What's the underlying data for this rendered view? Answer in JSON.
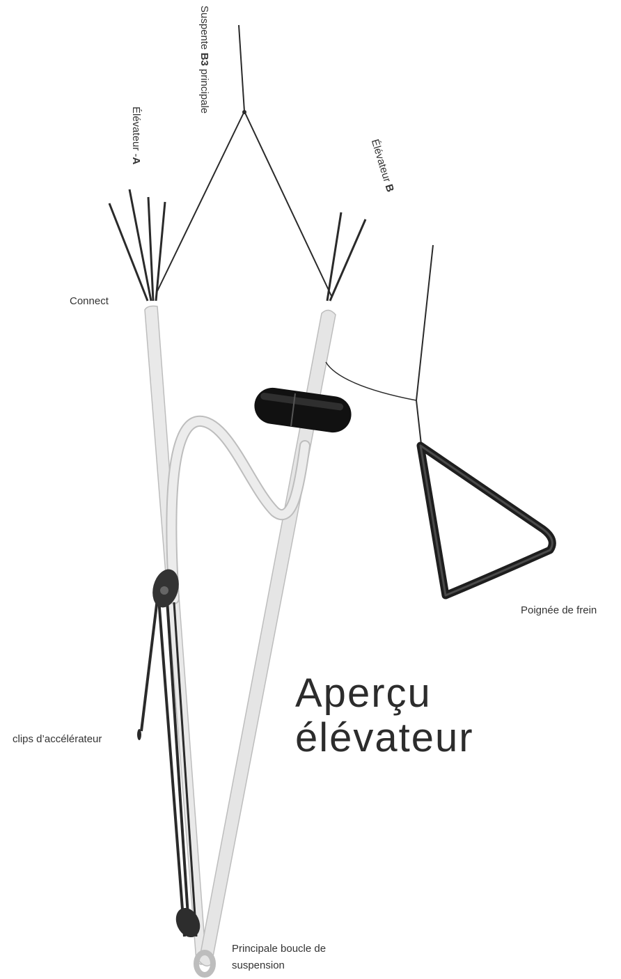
{
  "labels": {
    "b3_prefix": "Suspente ",
    "b3_bold": "B3",
    "b3_suffix": " principale",
    "a_riser_prefix": "Élévateur -",
    "a_riser_bold": "A",
    "b_riser_prefix": "Élévateur ",
    "b_riser_bold": "B",
    "connect": "Connect",
    "brake_handle": "Poignée de frein",
    "speed_clips": "clips d’accélérateur",
    "main_loop_line1": "Principale boucle de",
    "main_loop_line2": "suspension"
  },
  "title": {
    "line1": "Aperçu",
    "line2": "élévateur"
  },
  "colors": {
    "strap": "#e9e9e9",
    "strap_edge": "#bdbdbd",
    "line": "#2a2a2a",
    "handle": "#1e1e1e",
    "text": "#333333"
  }
}
